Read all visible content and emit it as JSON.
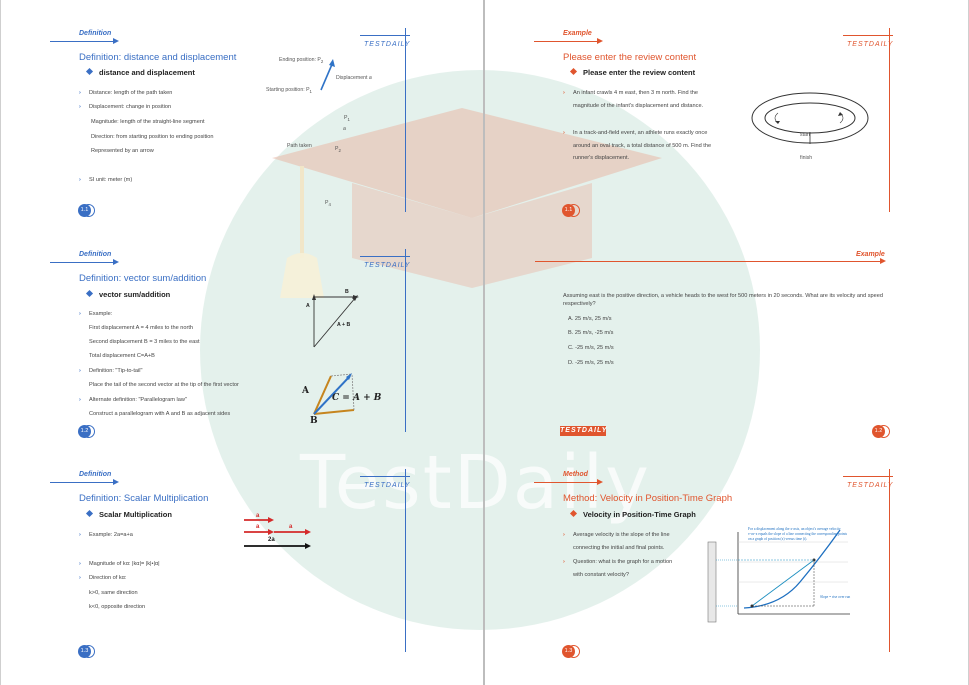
{
  "brand": "TESTDAILY",
  "watermark": "TestDaily",
  "colors": {
    "blue": "#3a6fc4",
    "red": "#e0552e",
    "watermark": "#dfeee9"
  },
  "left": {
    "p1": {
      "tag": "Definition",
      "title": "Definition: distance and displacement",
      "subtitle": "distance and displacement",
      "items": [
        "Distance: length of the path taken",
        "Displacement: change in position",
        "Magnitude: length of the straight-line segment",
        "Direction: from starting position to ending position",
        "Represented by an arrow",
        "SI unit: meter (m)"
      ],
      "diagram": {
        "ending": "Ending position: P",
        "ending_sub": "2",
        "starting": "Starting position: P",
        "starting_sub": "1",
        "displacement": "Displacement",
        "disp_sym": "a",
        "path": "Path taken",
        "p1": "P",
        "p1_sub": "1",
        "p2": "P",
        "p2_sub": "2",
        "p4": "P",
        "p4_sub": "4",
        "a_sym": "a"
      },
      "badge": "1.1"
    },
    "p2": {
      "tag": "Definition",
      "title": "Definition: vector sum/addition",
      "subtitle": "vector sum/addition",
      "items": [
        "Example:",
        "First displacement A = 4 miles to the north",
        "Second displacement B = 3 miles to the east",
        "Total displacement C=A+B",
        "Definition: \"Tip-to-tail\"",
        "Place the tail of the second vector at the tip of the first vector",
        "Alternate definition: \"Parallelogram law\"",
        "Construct a parallelogram with A and B as adjacent sides"
      ],
      "diagram": {
        "A": "A",
        "B": "B",
        "AB": "A + B",
        "vA": "A",
        "vB": "B",
        "eq": "C = A + B"
      },
      "badge": "1.2"
    },
    "p3": {
      "tag": "Definition",
      "title": "Definition: Scalar Multiplication",
      "subtitle": "Scalar Multiplication",
      "items": [
        "Example: 2a=a+a",
        "Magnitude of kα: |kα|= |k|•|α|",
        "Direction of kα:",
        "k>0, same direction",
        "k<0, opposite direction"
      ],
      "diagram": {
        "a1": "a",
        "a2": "a",
        "a3": "a",
        "a2x": "2a"
      },
      "badge": "1.3"
    }
  },
  "right": {
    "p1": {
      "tag": "Example",
      "title": "Please enter the review content",
      "subtitle": "Please enter the review content",
      "items": [
        "An infant crawls 4 m east, then 3 m north. Find the",
        "magnitude of the infant's displacement and distance.",
        "In a track-and-field event, an athlete runs exactly once",
        "around an oval track, a total distance of 500 m. Find the",
        "runner's displacement."
      ],
      "diagram": {
        "start": "start",
        "finish": "finish"
      },
      "badge": "1.1"
    },
    "p2": {
      "tag": "Example",
      "question": "Assuming east is the positive direction, a vehicle heads to the west for 500 meters in 20 seconds. What are its velocity and speed respectively?",
      "options": [
        "A. 25 m/s, 25 m/s",
        "B. 25 m/s, -25 m/s",
        "C. -25 m/s, 25 m/s",
        "D. -25 m/s, 25 m/s"
      ],
      "badge": "1.2"
    },
    "p3": {
      "tag": "Method",
      "title": "Method: Velocity in Position-Time Graph",
      "subtitle": "Velocity in Position-Time Graph",
      "items": [
        "Average velocity is the slope of the line",
        "connecting the initial and final points.",
        "Question: what is the graph for a motion",
        "with constant velocity?"
      ],
      "badge": "1.3"
    }
  }
}
